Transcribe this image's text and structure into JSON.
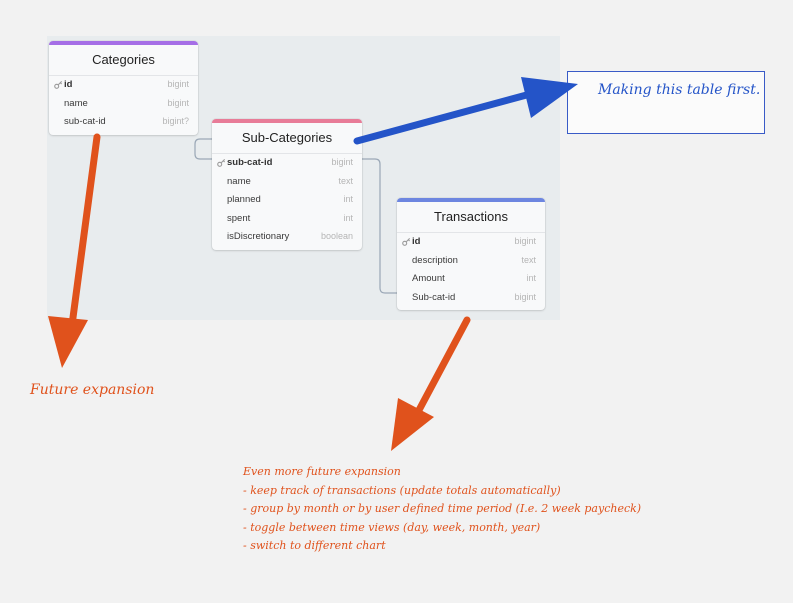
{
  "tables": {
    "categories": {
      "title": "Categories",
      "accent": "#a56ee6",
      "rows": [
        {
          "name": "id",
          "type": "bigint",
          "pk": true
        },
        {
          "name": "name",
          "type": "bigint",
          "pk": false
        },
        {
          "name": "sub-cat-id",
          "type": "bigint?",
          "pk": false
        }
      ]
    },
    "subcategories": {
      "title": "Sub-Categories",
      "accent": "#e87c98",
      "rows": [
        {
          "name": "sub-cat-id",
          "type": "bigint",
          "pk": true
        },
        {
          "name": "name",
          "type": "text",
          "pk": false
        },
        {
          "name": "planned",
          "type": "int",
          "pk": false
        },
        {
          "name": "spent",
          "type": "int",
          "pk": false
        },
        {
          "name": "isDiscretionary",
          "type": "boolean",
          "pk": false
        }
      ]
    },
    "transactions": {
      "title": "Transactions",
      "accent": "#6d86e0",
      "rows": [
        {
          "name": "id",
          "type": "bigint",
          "pk": true
        },
        {
          "name": "description",
          "type": "text",
          "pk": false
        },
        {
          "name": "Amount",
          "type": "int",
          "pk": false
        },
        {
          "name": "Sub-cat-id",
          "type": "bigint",
          "pk": false
        }
      ]
    }
  },
  "annotations": {
    "note_box": "Making this table first.",
    "future": "Future expansion",
    "more": [
      "Even more future expansion",
      "- keep track of transactions (update totals automatically)",
      "- group by month or by user defined time period (I.e. 2 week paycheck)",
      "- toggle between time views (day, week, month, year)",
      "- switch to different chart"
    ]
  },
  "colors": {
    "blue_arrow": "#2454c8",
    "orange_arrow": "#e0521c",
    "key_icon": "#9a9a9a"
  }
}
